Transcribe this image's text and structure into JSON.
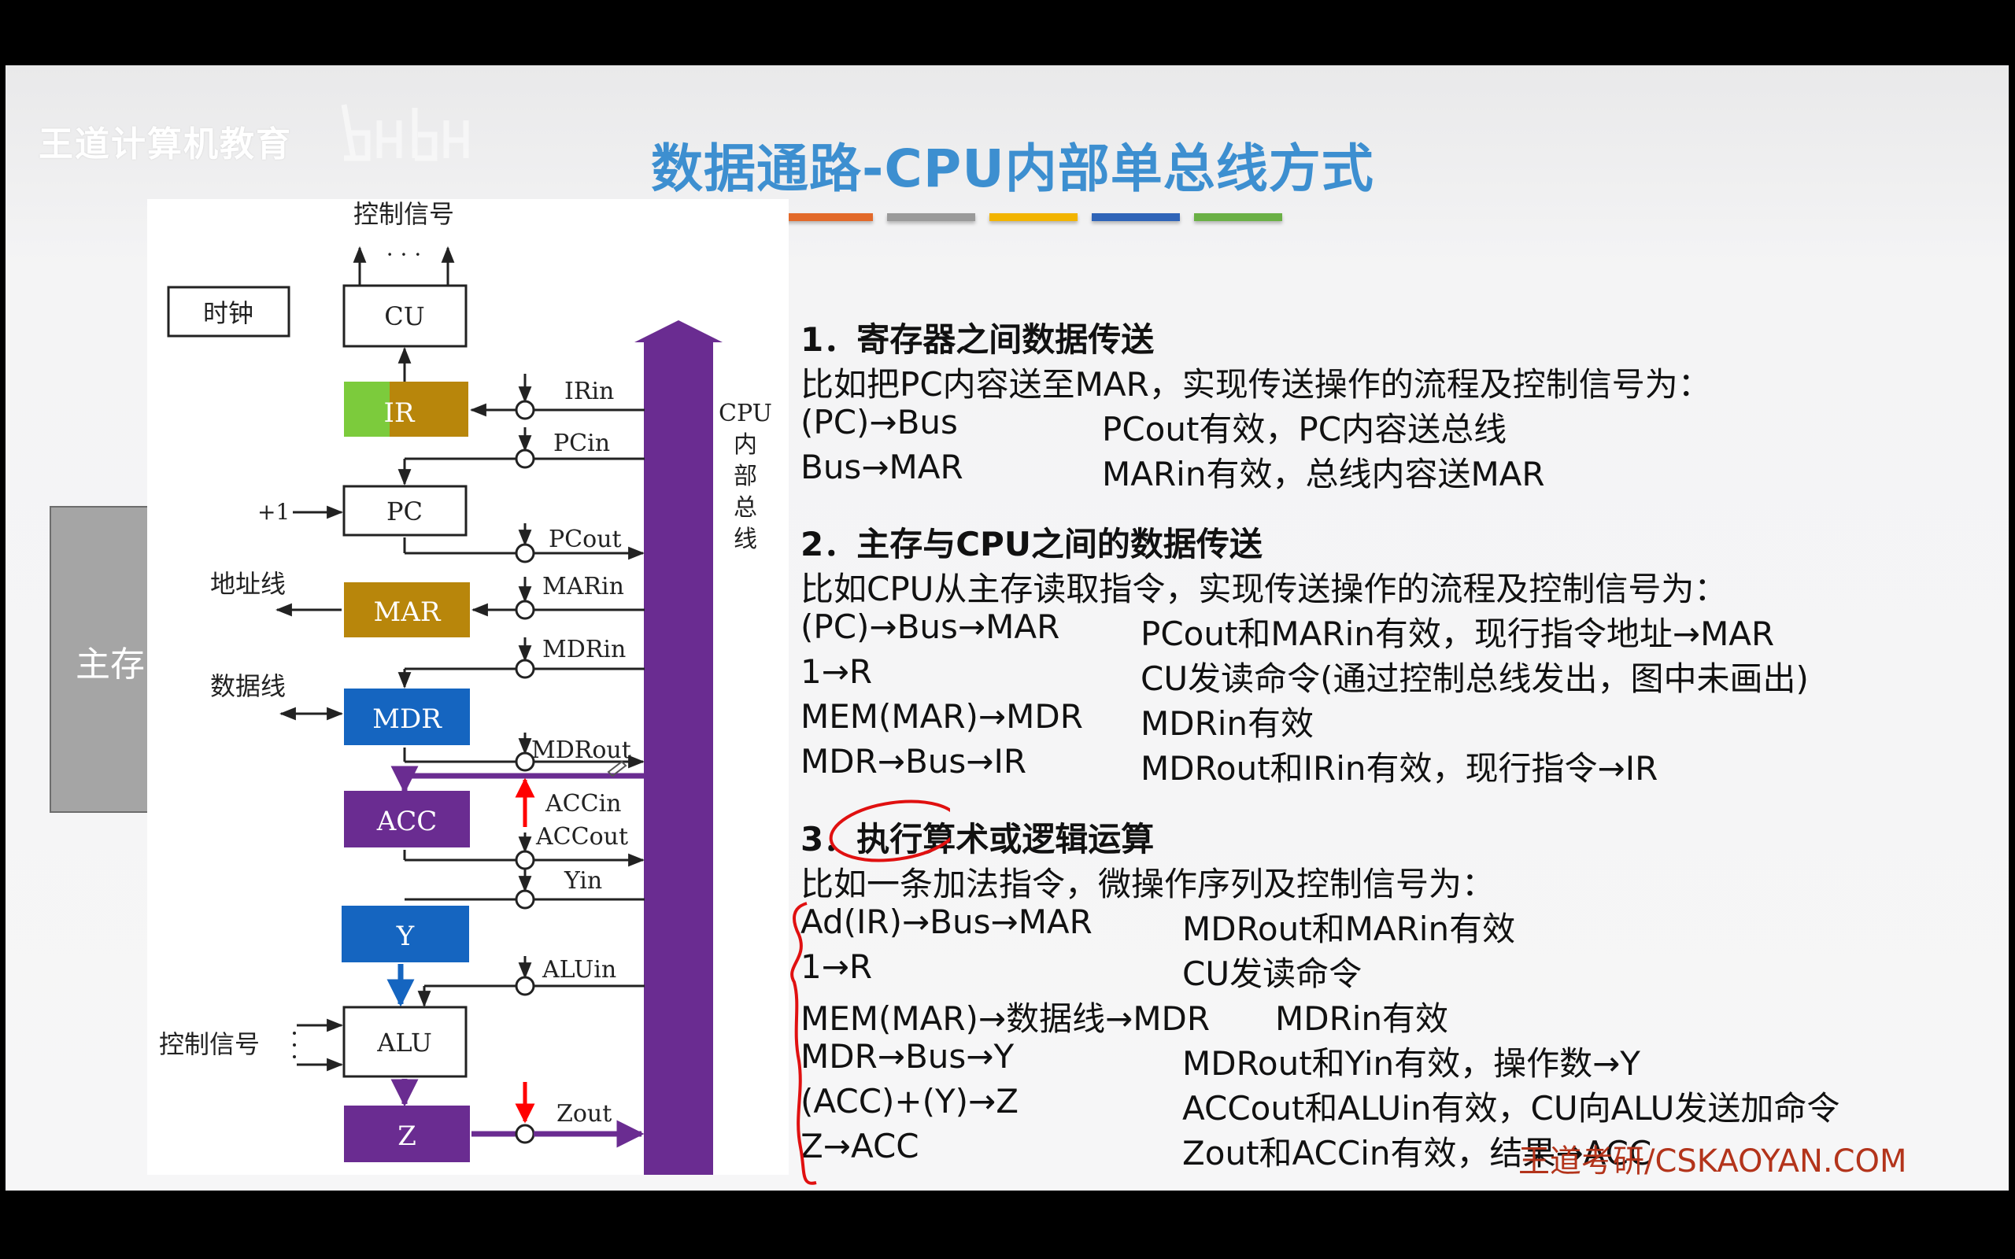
{
  "header": {
    "brand": "王道计算机教育",
    "title": "数据通路-CPU内部单总线方式",
    "stripe_colors": [
      "#e2692a",
      "#9a9a9a",
      "#f2b400",
      "#2f64b8",
      "#6ab045"
    ]
  },
  "main_memory": {
    "label": "主存"
  },
  "diagram": {
    "control_signal_top": "控制信号",
    "dots": "· · ·",
    "clock": "时钟",
    "bus_label": [
      "CPU",
      "内",
      "部",
      "总",
      "线"
    ],
    "plus_one": "+1",
    "address_line": "地址线",
    "data_line": "数据线",
    "control_signal_left": "控制信号",
    "registers": {
      "cu": "CU",
      "ir": "IR",
      "pc": "PC",
      "mar": "MAR",
      "mdr": "MDR",
      "acc": "ACC",
      "y": "Y",
      "alu": "ALU",
      "z": "Z"
    },
    "signals": {
      "irin": "IRin",
      "pcin": "PCin",
      "pcout": "PCout",
      "marin": "MARin",
      "mdrin": "MDRin",
      "mdrout": "MDRout",
      "accin": "ACCin",
      "accout": "ACCout",
      "yin": "Yin",
      "aluin": "ALUin",
      "zout": "Zout"
    },
    "colors": {
      "ir_left": "#7ccb3c",
      "ir_right": "#b8860b",
      "mar": "#b8860b",
      "mdr": "#1565c0",
      "acc": "#6a2c91",
      "y": "#1565c0",
      "z": "#6a2c91",
      "bus": "#6a2c91",
      "highlight": "#ff0000"
    }
  },
  "sections": [
    {
      "heading": "1．寄存器之间数据传送",
      "intro": "比如把PC内容送至MAR，实现传送操作的流程及控制信号为：",
      "rows": [
        {
          "op": "(PC)→Bus",
          "desc": "PCout有效，PC内容送总线"
        },
        {
          "op": "Bus→MAR",
          "desc": "MARin有效，总线内容送MAR"
        }
      ]
    },
    {
      "heading": "2．主存与CPU之间的数据传送",
      "intro": "比如CPU从主存读取指令，实现传送操作的流程及控制信号为：",
      "rows": [
        {
          "op": "(PC)→Bus→MAR",
          "desc": "PCout和MARin有效，现行指令地址→MAR"
        },
        {
          "op": "1→R",
          "desc": "CU发读命令(通过控制总线发出，图中未画出)"
        },
        {
          "op": "MEM(MAR)→MDR",
          "desc": "MDRin有效"
        },
        {
          "op": "MDR→Bus→IR",
          "desc": "MDRout和IRin有效，现行指令→IR"
        }
      ]
    },
    {
      "heading": "3．执行算术或逻辑运算",
      "intro": "比如一条加法指令，微操作序列及控制信号为：",
      "rows": [
        {
          "op": "Ad(IR)→Bus→MAR",
          "desc": "MDRout和MARin有效"
        },
        {
          "op": "1→R",
          "desc": "CU发读命令"
        },
        {
          "op": "MEM(MAR)→数据线→MDR",
          "desc": "MDRin有效"
        },
        {
          "op": "MDR→Bus→Y",
          "desc": "MDRout和Yin有效，操作数→Y"
        },
        {
          "op": "(ACC)+(Y)→Z",
          "desc": "ACCout和ALUin有效，CU向ALU发送加命令"
        },
        {
          "op": "Z→ACC",
          "desc": "Zout和ACCin有效，结果→ACC"
        }
      ]
    }
  ],
  "footer": {
    "brand": "王道考研/CSKAOYAN.COM"
  }
}
